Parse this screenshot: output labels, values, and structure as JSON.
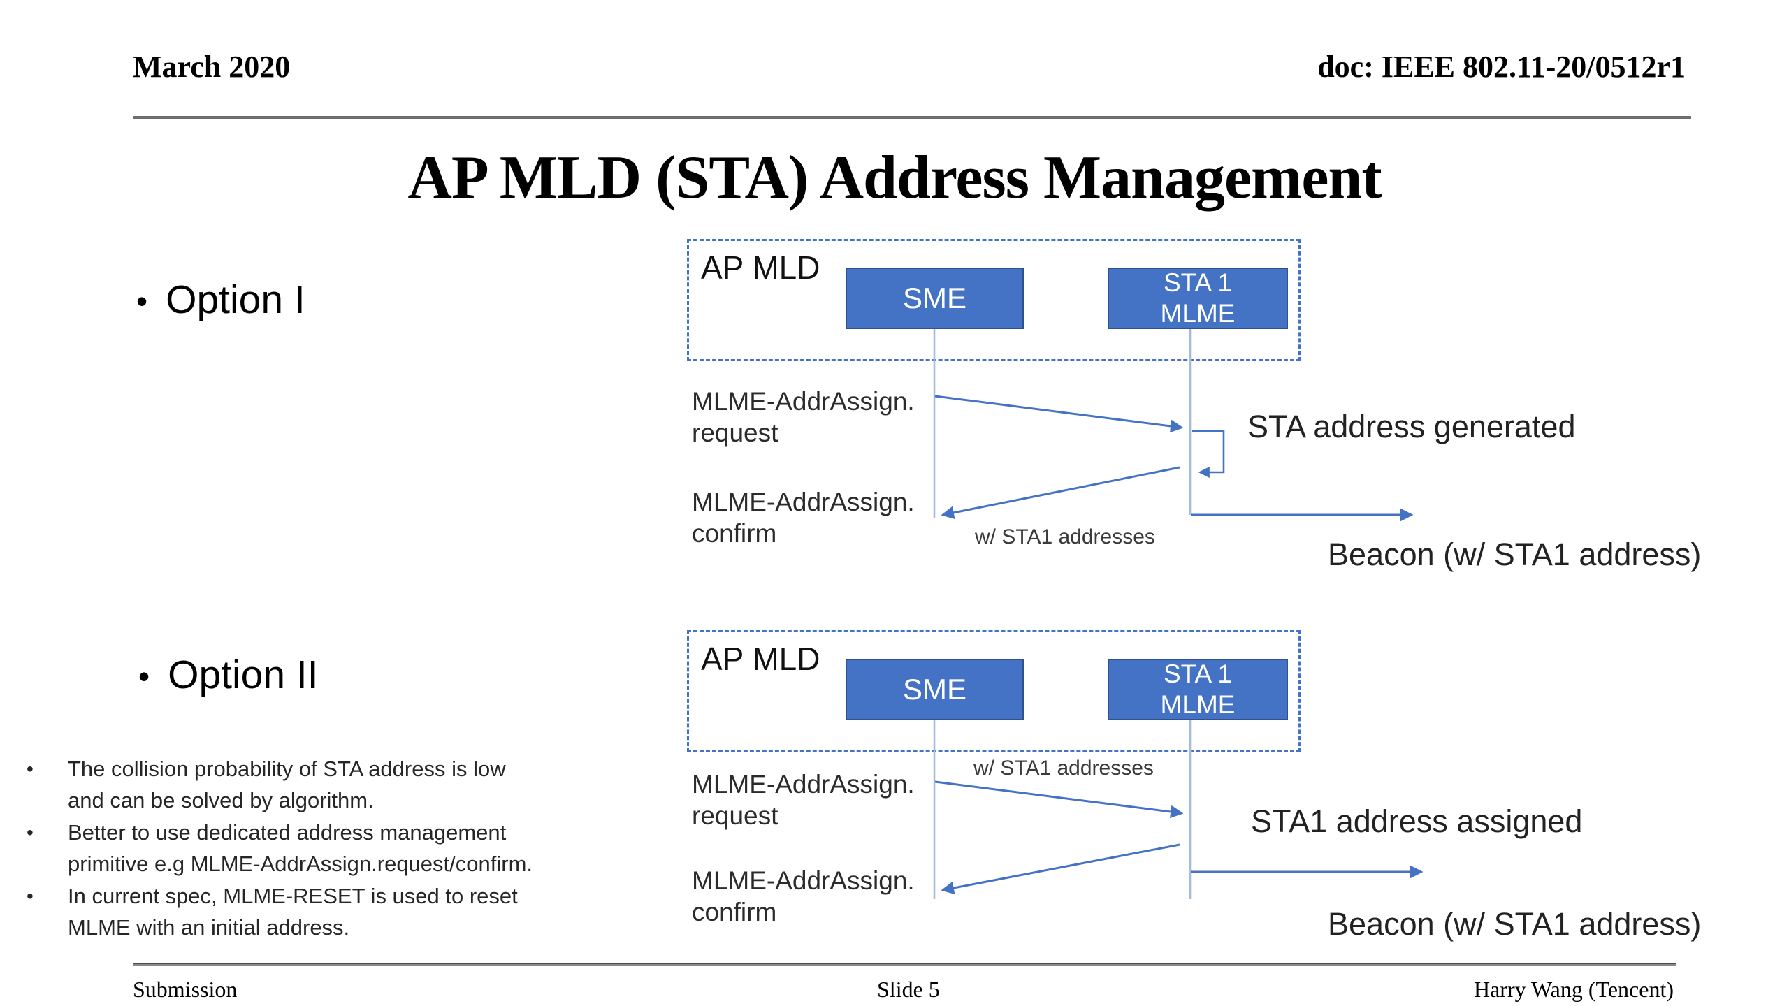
{
  "header": {
    "date": "March 2020",
    "doc": "doc: IEEE 802.11-20/0512r1"
  },
  "title": "AP MLD (STA) Address Management",
  "option1": {
    "bullet": "•",
    "label": "Option I",
    "diagram": {
      "container_label": "AP MLD",
      "sme_label": "SME",
      "sta_line1": "STA 1",
      "sta_line2": "MLME",
      "request_line1": "MLME-AddrAssign.",
      "request_line2": "request",
      "confirm_line1": "MLME-AddrAssign.",
      "confirm_line2": "confirm",
      "addresses_note": "w/ STA1 addresses",
      "result_note": "STA address generated",
      "beacon_note": "Beacon (w/ STA1 address)"
    }
  },
  "option2": {
    "bullet": "•",
    "label": "Option II",
    "notes": [
      {
        "bullet": "•",
        "line1": "The collision probability of STA address is low",
        "line2": "and can be solved by algorithm."
      },
      {
        "bullet": "•",
        "line1": "Better to use dedicated address management",
        "line2": "primitive e.g MLME-AddrAssign.request/confirm."
      },
      {
        "bullet": "•",
        "line1": "In current spec, MLME-RESET is used to reset",
        "line2": "MLME with an initial address."
      }
    ],
    "diagram": {
      "container_label": "AP MLD",
      "sme_label": "SME",
      "sta_line1": "STA 1",
      "sta_line2": "MLME",
      "request_line1": "MLME-AddrAssign.",
      "request_line2": "request",
      "confirm_line1": "MLME-AddrAssign.",
      "confirm_line2": "confirm",
      "addresses_note": "w/ STA1 addresses",
      "result_note": "STA1 address assigned",
      "beacon_note": "Beacon (w/ STA1 address)"
    }
  },
  "footer": {
    "left": "Submission",
    "center": "Slide 5",
    "right": "Harry Wang (Tencent)"
  },
  "colors": {
    "box_fill": "#4472C4",
    "box_border": "#2F528F",
    "arrow": "#4472C4",
    "lifeline": "#A3BBE0",
    "dashed_border": "#4472C4"
  }
}
